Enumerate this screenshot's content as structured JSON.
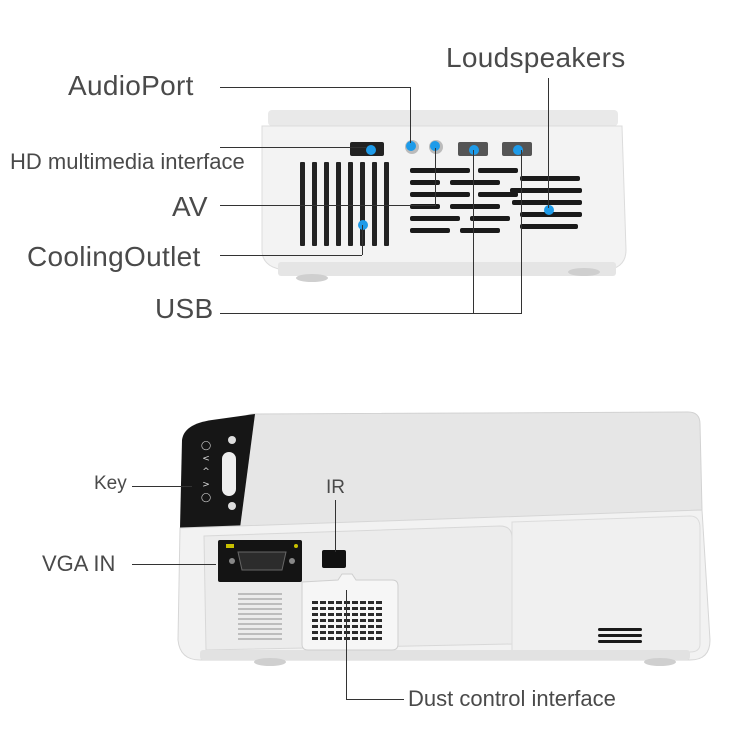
{
  "top_labels": {
    "loudspeakers": "Loudspeakers",
    "audio_port": "AudioPort",
    "hd_interface": "HD multimedia interface",
    "av": "AV",
    "cooling_outlet": "CoolingOutlet",
    "usb": "USB"
  },
  "bottom_labels": {
    "key": "Key",
    "ir": "IR",
    "vga_in": "VGA IN",
    "dust_control": "Dust control interface"
  },
  "colors": {
    "accent": "#1e9be9",
    "text": "#4a4a4a",
    "body": "#f2f2f2",
    "panel": "#e6e6e6"
  }
}
